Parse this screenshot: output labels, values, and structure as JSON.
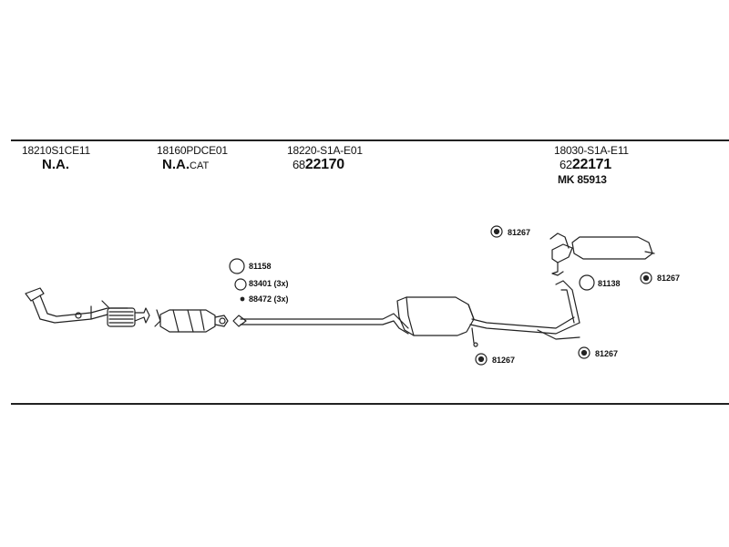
{
  "columns": [
    {
      "oe_number": "18210S1CE11",
      "status": "N.A.",
      "suffix": ""
    },
    {
      "oe_number": "18160PDCE01",
      "status": "N.A.",
      "suffix": "CAT"
    },
    {
      "oe_number": "18220-S1A-E01",
      "prefix": "68",
      "part_number": "22170"
    },
    {
      "oe_number": "18030-S1A-E11",
      "prefix": "62",
      "part_number": "22171",
      "kit": "MK 85913"
    }
  ],
  "fittings": {
    "f1": "81158",
    "f2": "83401 (3x)",
    "f3": "88472 (3x)",
    "hanger_top": "81267",
    "hanger_rear_right": "81267",
    "clamp_rear": "81138",
    "hanger_mid_low": "81267",
    "hanger_rear_low": "81267"
  },
  "colors": {
    "line": "#222222",
    "text": "#111111"
  }
}
